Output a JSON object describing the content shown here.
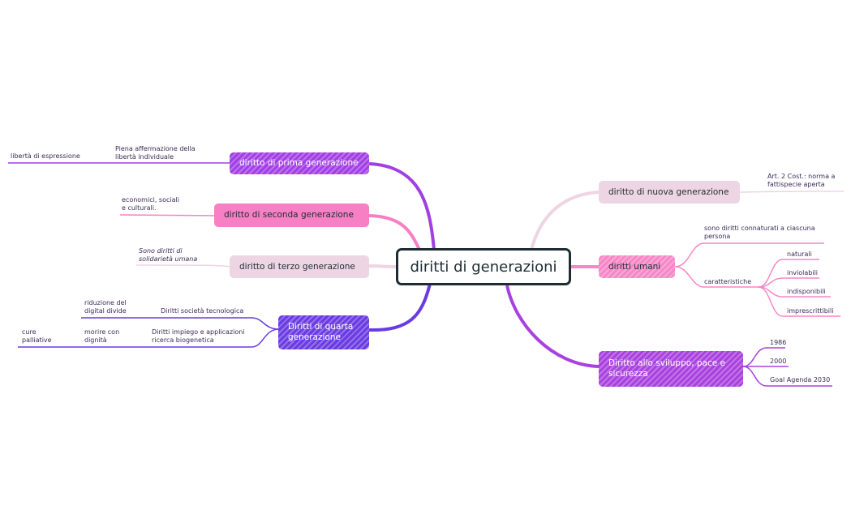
{
  "central": "diritti di generazioni",
  "colors": {
    "violet": "#a23fe3",
    "pink": "#f77fc4",
    "pale_pink": "#eed5e3",
    "indigo": "#6a3be2",
    "hot_pink": "#f786c7",
    "purple": "#a941df",
    "line_dark": "#1e2d33"
  },
  "left": {
    "prima": {
      "title": "diritto di prima generazione",
      "note": [
        "Piena affermazione della",
        "libertà individuale"
      ],
      "sub": "libertà di espressione"
    },
    "seconda": {
      "title": "diritto di seconda generazione",
      "note": [
        " economici, sociali",
        "e culturali."
      ]
    },
    "terzo": {
      "title": "diritto di terzo generazione",
      "note": [
        "Sono diritti di",
        "solidarietà umana"
      ]
    },
    "quarta": {
      "title": [
        "Diritti di quarta",
        "generazione"
      ],
      "tech": {
        "label": "Diritti società tecnologica",
        "sub": [
          "riduzione del",
          "digital divide"
        ]
      },
      "bio": {
        "label": [
          "Diritti impiego e applicazioni",
          "ricerca biogenetica"
        ],
        "sub": [
          "morire con",
          "dignità"
        ],
        "subsub": [
          "cure",
          "palliative"
        ]
      }
    }
  },
  "right": {
    "nuova": {
      "title": "diritto di nuova generazione",
      "note": [
        "Art. 2 Cost.: norma a",
        "fattispecie aperta"
      ]
    },
    "umani": {
      "title": "diritti umani",
      "note": [
        "sono diritti connaturati a ciascuna",
        "persona"
      ],
      "caratteristiche": "caratteristiche",
      "items": [
        "naturali",
        "inviolabili",
        "indisponibili",
        "imprescrittibili"
      ]
    },
    "sviluppo": {
      "title": [
        "Diritto allo sviluppo, pace e",
        "sicurezza"
      ],
      "items": [
        "1986",
        "2000",
        "Goal Agenda 2030"
      ]
    }
  }
}
